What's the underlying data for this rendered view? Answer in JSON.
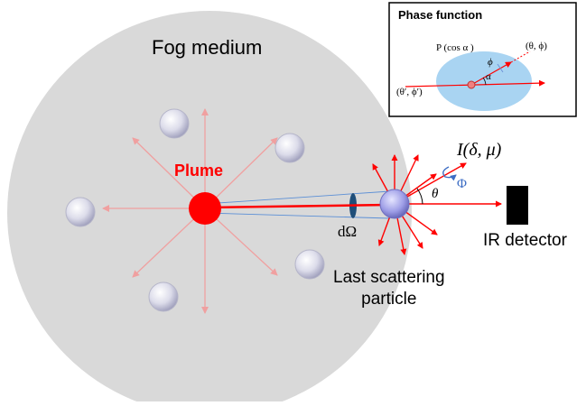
{
  "diagram": {
    "fog_label": "Fog medium",
    "plume_label": "Plume",
    "solid_angle_label": "dΩ",
    "last_particle_label_line1": "Last scattering",
    "last_particle_label_line2": "particle",
    "detector_label": "IR detector",
    "intensity_label": "I(δ, μ)",
    "theta_label": "θ",
    "phi_label": "Φ"
  },
  "phase_function": {
    "title": "Phase function",
    "p_label": "P (cos α )",
    "outgoing_label": "(θ, ϕ)",
    "incoming_label": "(θ′, ϕ′)",
    "alpha_label": "α",
    "phi_label": "ϕ"
  },
  "colors": {
    "fog": "#d9d9d9",
    "plume": "#ff0000",
    "ray": "#ff0000",
    "faint_ray": "#f3a5a5",
    "cone": "#5b8fd6",
    "detector": "#000000",
    "ellipse": "#a9d4f2",
    "phi_accent": "#3d6dc4"
  }
}
